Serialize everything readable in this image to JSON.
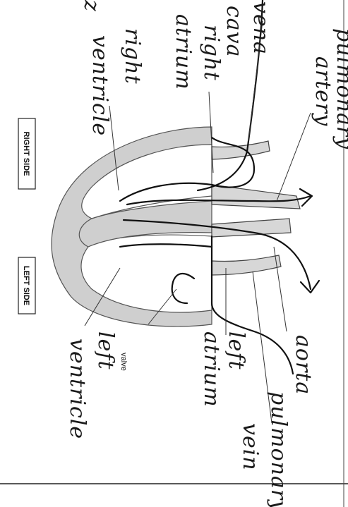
{
  "printed_labels": {
    "right_side": "RIGHT SIDE",
    "left_side": "LEFT SIDE",
    "valve": "valve"
  },
  "handwritten_labels": {
    "vena_cava_1": "vena",
    "vena_cava_2": "cava",
    "right_atrium_1": "right",
    "right_atrium_2": "atrium",
    "pulmonary_artery_1": "pulmonary",
    "pulmonary_artery_2": "artery",
    "right_ventricle_1": "right",
    "right_ventricle_2": "ventricle",
    "left_atrium_1": "left",
    "left_atrium_2": "atrium",
    "aorta": "aorta",
    "pulmonary_vein_1": "pulmonary",
    "pulmonary_vein_2": "vein",
    "left_ventricle_1": "left",
    "left_ventricle_2": "ventricle",
    "cropped_edge": "z"
  },
  "colors": {
    "ink": "#111111",
    "heart_wall": "#cfcfcf",
    "paper": "#ffffff"
  }
}
